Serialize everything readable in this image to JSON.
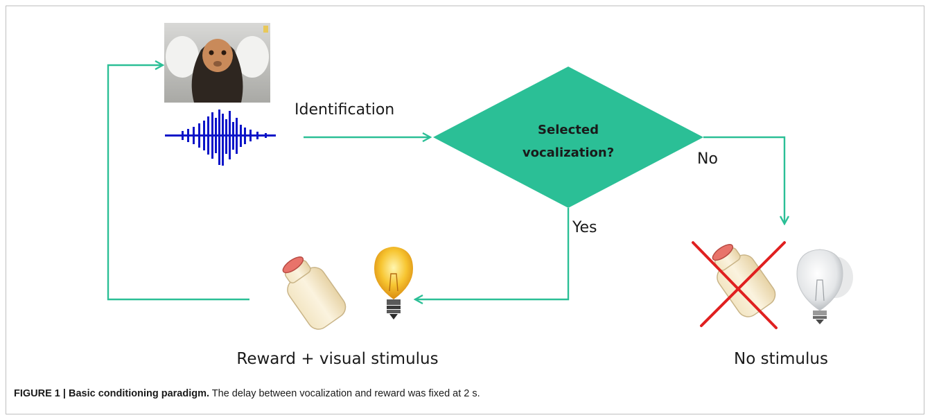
{
  "labels": {
    "identification": "Identification",
    "decision_line1": "Selected",
    "decision_line2": "vocalization?",
    "no": "No",
    "yes": "Yes",
    "reward": "Reward + visual stimulus",
    "no_stimulus": "No stimulus"
  },
  "caption": {
    "figure_label": "FIGURE 1 | Basic conditioning paradigm.",
    "text": " The delay between vocalization and reward was fixed at 2 s."
  },
  "colors": {
    "flow": "#2bbf96",
    "diamond": "#2bbf96",
    "waveform": "#0a14c8",
    "cross": "#e02020"
  },
  "icons": [
    "marmoset-photo",
    "waveform-icon",
    "bottle-icon",
    "lightbulb-on-icon",
    "lightbulb-off-icon",
    "red-cross-icon"
  ]
}
